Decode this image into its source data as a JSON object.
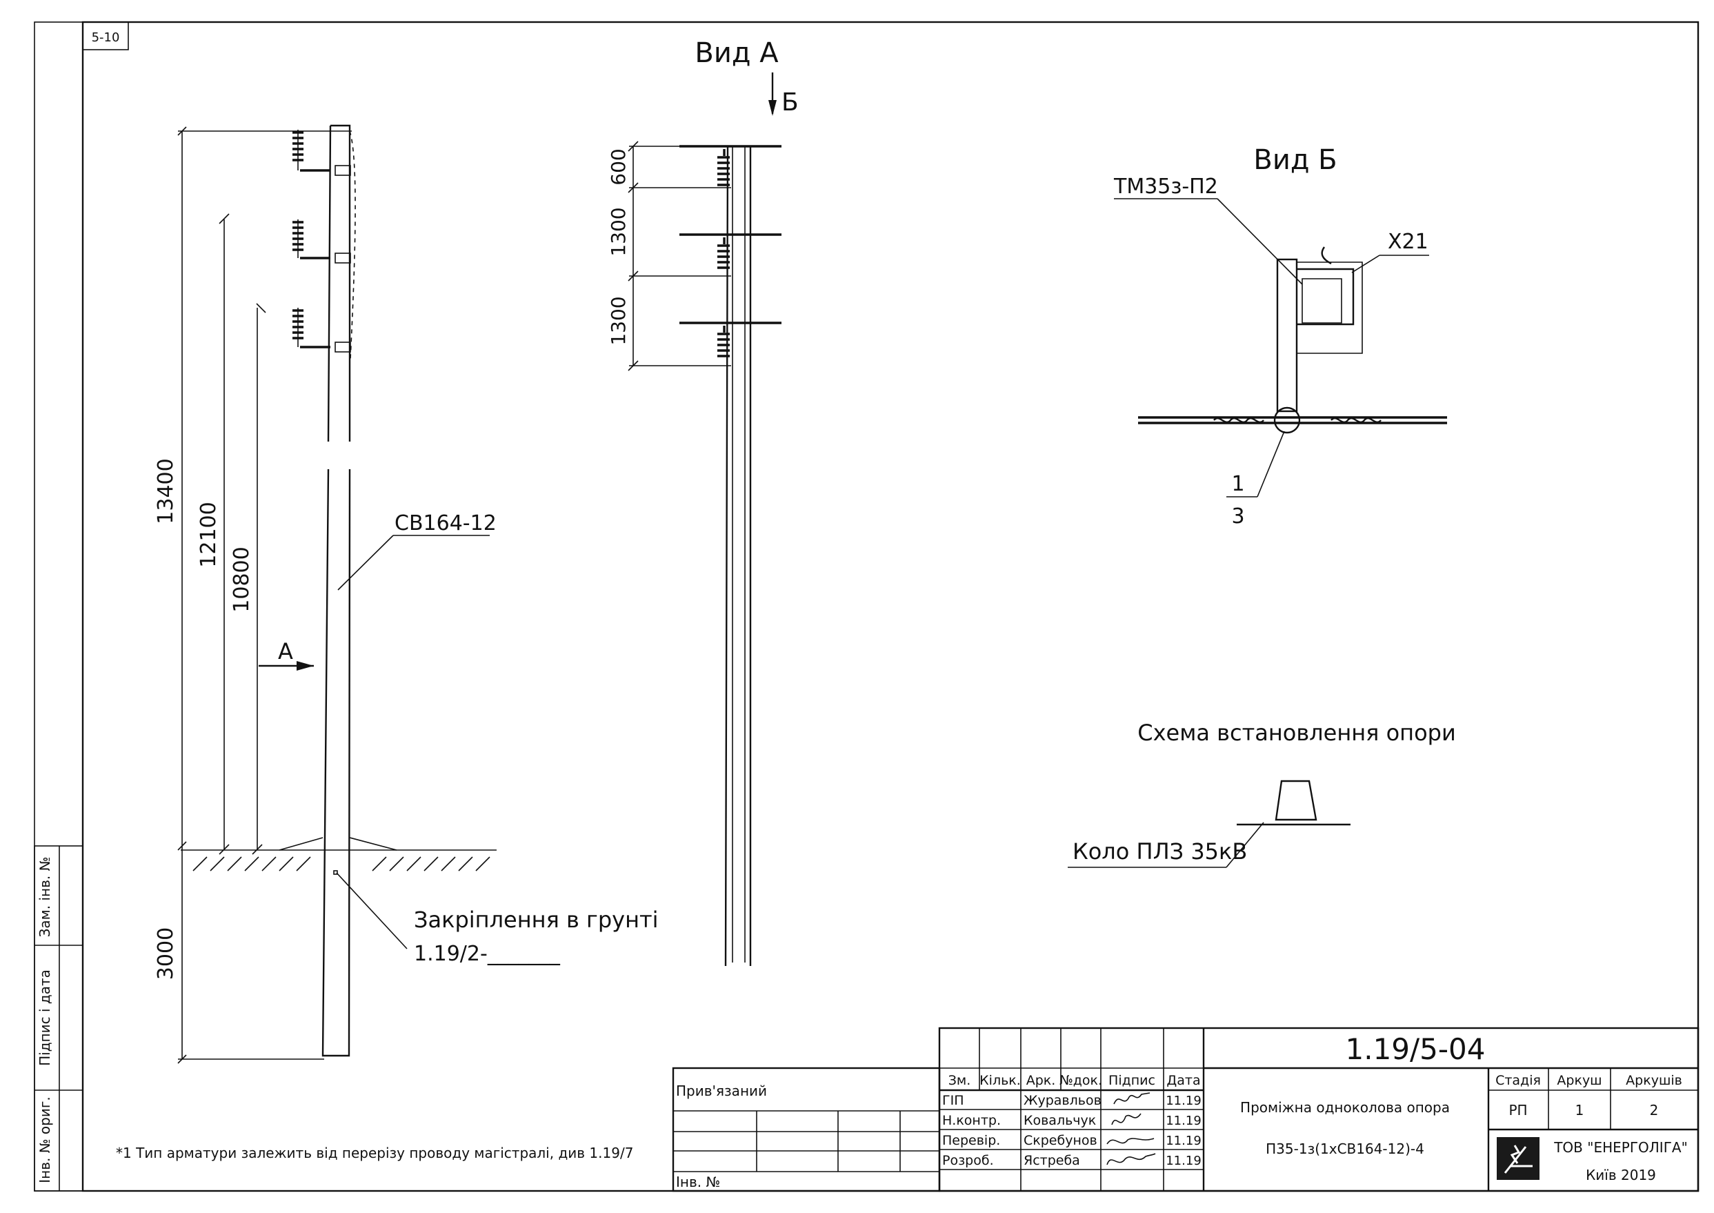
{
  "sheet_code": "5-10",
  "views": {
    "view_a_title": "Вид А",
    "view_b_title": "Вид Б",
    "arrow_b_label": "Б",
    "arrow_a_label": "А"
  },
  "dimensions": {
    "d13400": "13400",
    "d12100": "12100",
    "d10800": "10800",
    "d3000": "3000",
    "d600": "600",
    "d1300_top": "1300",
    "d1300_bottom": "1300"
  },
  "labels": {
    "pole_type": "СВ164-12",
    "mark_1": "1",
    "mark_3": "3",
    "tm_label": "ТМ35з-П2",
    "x21_label": "Х21",
    "ground_fixing": "Закріплення в грунті",
    "ground_fixing_ref": "1.19/2-_______",
    "install_scheme_title": "Схема встановлення опори",
    "circuit_label": "Коло ПЛЗ 35кВ",
    "footnote": "*1 Тип арматури залежить від перерізу проводу магістралі, див 1.19/7"
  },
  "left_strip": {
    "zam_inv": "Зам. інв. №",
    "pidpys_data": "Підпис і дата",
    "inv_orig": "Інв. № ориг."
  },
  "title_block": {
    "doc_code": "1.19/5-04",
    "pryvyazanyi": "Прив'язаний",
    "inv_no": "Інв. №",
    "headers": [
      "Зм.",
      "Кільк.",
      "Арк.",
      "№док.",
      "Підпис",
      "Дата"
    ],
    "rows": [
      {
        "role": "ГІП",
        "name": "Журавльов",
        "date": "11.19"
      },
      {
        "role": "Н.контр.",
        "name": "Ковальчук",
        "date": "11.19"
      },
      {
        "role": "Перевір.",
        "name": "Скребунов",
        "date": "11.19"
      },
      {
        "role": "Розроб.",
        "name": "Ястреба",
        "date": "11.19"
      }
    ],
    "description_line1": "Проміжна одноколова опора",
    "description_line2": "П35-1з(1хСВ164-12)-4",
    "stage_header": "Стадія",
    "sheet_header": "Аркуш",
    "sheets_header": "Аркушів",
    "stage_value": "РП",
    "sheet_value": "1",
    "sheets_value": "2",
    "company": "ТОВ \"ЕНЕРГОЛІГА\"",
    "city_year": "Київ 2019"
  }
}
